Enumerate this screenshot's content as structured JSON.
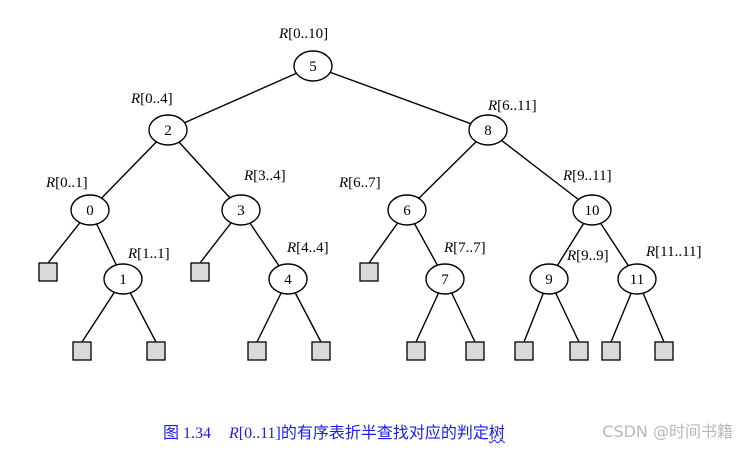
{
  "tree": {
    "nodes": [
      {
        "id": "n5",
        "label": "5",
        "range_var": "R",
        "range_bounds": "[0..10]"
      },
      {
        "id": "n2",
        "label": "2",
        "range_var": "R",
        "range_bounds": "[0..4]"
      },
      {
        "id": "n8",
        "label": "8",
        "range_var": "R",
        "range_bounds": "[6..11]"
      },
      {
        "id": "n0",
        "label": "0",
        "range_var": "R",
        "range_bounds": "[0..1]"
      },
      {
        "id": "n3",
        "label": "3",
        "range_var": "R",
        "range_bounds": "[3..4]"
      },
      {
        "id": "n6",
        "label": "6",
        "range_var": "R",
        "range_bounds": "[6..7]"
      },
      {
        "id": "n10",
        "label": "10",
        "range_var": "R",
        "range_bounds": "[9..11]"
      },
      {
        "id": "n1",
        "label": "1",
        "range_var": "R",
        "range_bounds": "[1..1]"
      },
      {
        "id": "n4",
        "label": "4",
        "range_var": "R",
        "range_bounds": "[4..4]"
      },
      {
        "id": "n7",
        "label": "7",
        "range_var": "R",
        "range_bounds": "[7..7]"
      },
      {
        "id": "n9",
        "label": "9",
        "range_var": "R",
        "range_bounds": "[9..9]"
      },
      {
        "id": "n11",
        "label": "11",
        "range_var": "R",
        "range_bounds": "[11..11]"
      }
    ],
    "edges": [
      [
        "n5",
        "n2"
      ],
      [
        "n5",
        "n8"
      ],
      [
        "n2",
        "n0"
      ],
      [
        "n2",
        "n3"
      ],
      [
        "n8",
        "n6"
      ],
      [
        "n8",
        "n10"
      ],
      [
        "n0",
        "f0"
      ],
      [
        "n0",
        "n1"
      ],
      [
        "n3",
        "f3"
      ],
      [
        "n3",
        "n4"
      ],
      [
        "n6",
        "f6"
      ],
      [
        "n6",
        "n7"
      ],
      [
        "n10",
        "n9"
      ],
      [
        "n10",
        "n11"
      ],
      [
        "n1",
        "f1a"
      ],
      [
        "n1",
        "f1b"
      ],
      [
        "n4",
        "f4a"
      ],
      [
        "n4",
        "f4b"
      ],
      [
        "n7",
        "f7a"
      ],
      [
        "n7",
        "f7b"
      ],
      [
        "n9",
        "f9a"
      ],
      [
        "n9",
        "f9b"
      ],
      [
        "n11",
        "f11a"
      ],
      [
        "n11",
        "f11b"
      ]
    ],
    "failure_leaves": [
      "f0",
      "f3",
      "f6",
      "f1a",
      "f1b",
      "f4a",
      "f4b",
      "f7a",
      "f7b",
      "f9a",
      "f9b",
      "f11a",
      "f11b"
    ],
    "leaf_fill": "#d9d9d9"
  },
  "caption": {
    "figure_number": "图 1.34",
    "range_var": "R",
    "range_bounds": "[0..11]",
    "pre_wavy": "的有序表折半查找对应的判定",
    "wavy_text": "树",
    "color": "#1a1aff"
  },
  "watermark": {
    "text": "CSDN @时间书籍",
    "color": "#b8b8b8"
  }
}
